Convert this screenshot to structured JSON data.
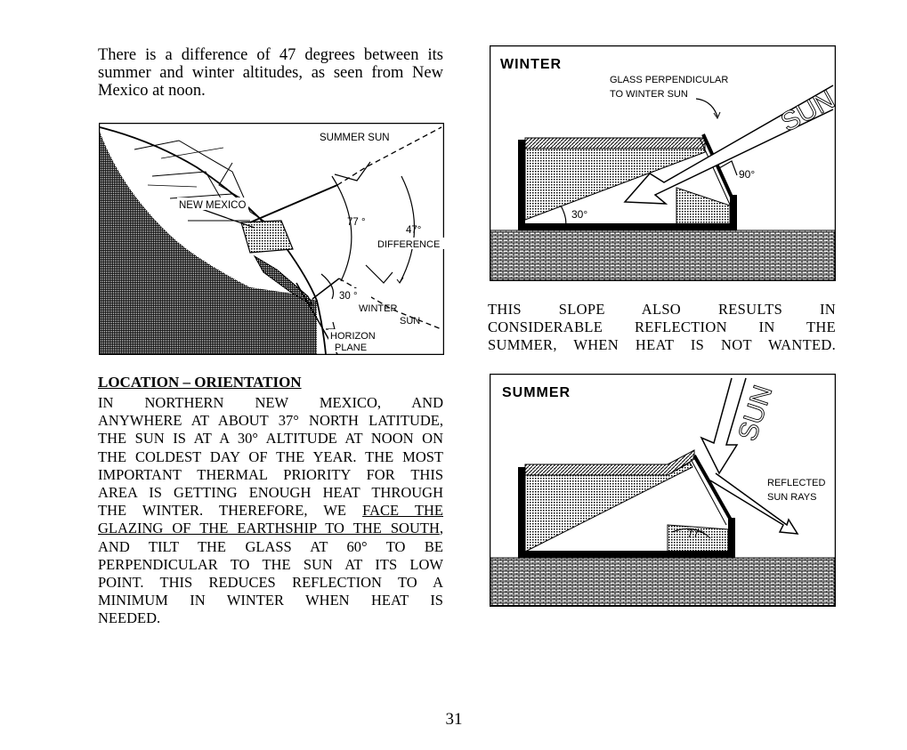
{
  "intro_text": "There is a difference of 47 degrees between its summer and winter altitudes, as seen from New Mexico at noon.",
  "map_figure": {
    "summer_sun": "SUMMER SUN",
    "new_mexico": "NEW MEXICO",
    "angle_77": "77 °",
    "angle_47": "47°",
    "difference": "DIFFERENCE",
    "angle_30": "30 °",
    "winter": "WINTER",
    "sun": "SUN",
    "horizon": "HORIZON",
    "plane": "PLANE"
  },
  "winter_figure": {
    "title": "WINTER",
    "glass_line1": "GLASS PERPENDICULAR",
    "glass_line2": "TO WINTER SUN",
    "sun": "SUN",
    "angle_90": "90°",
    "angle_30": "30°"
  },
  "winter_caption": {
    "line1": "THIS SLOPE ALSO RESULTS IN",
    "line2": "CONSIDERABLE REFLECTION IN THE",
    "line3": "SUMMER, WHEN HEAT IS NOT WANTED."
  },
  "summer_figure": {
    "title": "SUMMER",
    "sun": "SUN",
    "reflected_line1": "REFLECTED",
    "reflected_line2": "SUN RAYS",
    "angle_77": "77°"
  },
  "location": {
    "heading": "LOCATION – ORIENTATION",
    "lines": [
      "IN NORTHERN NEW MEXICO, AND",
      "ANYWHERE AT ABOUT 37° NORTH LATITUDE,",
      "THE SUN IS AT A 30° ALTITUDE AT NOON ON",
      "THE COLDEST DAY OF THE YEAR. THE MOST",
      "IMPORTANT THERMAL PRIORITY FOR THIS",
      "AREA IS GETTING ENOUGH HEAT THROUGH"
    ],
    "line7_pre": "THE WINTER. THEREFORE, WE ",
    "line7_u": "FACE THE",
    "line8_u": "GLAZING OF THE EARTHSHIP TO THE SOUTH",
    "line8_post": ",",
    "lines_after": [
      "AND TILT THE GLASS AT 60° TO BE",
      "PERPENDICULAR TO THE SUN AT ITS LOW",
      "POINT. THIS REDUCES REFLECTION TO A",
      "MINIMUM IN WINTER WHEN HEAT IS"
    ],
    "last_line": "NEEDED."
  },
  "page_number": "31"
}
